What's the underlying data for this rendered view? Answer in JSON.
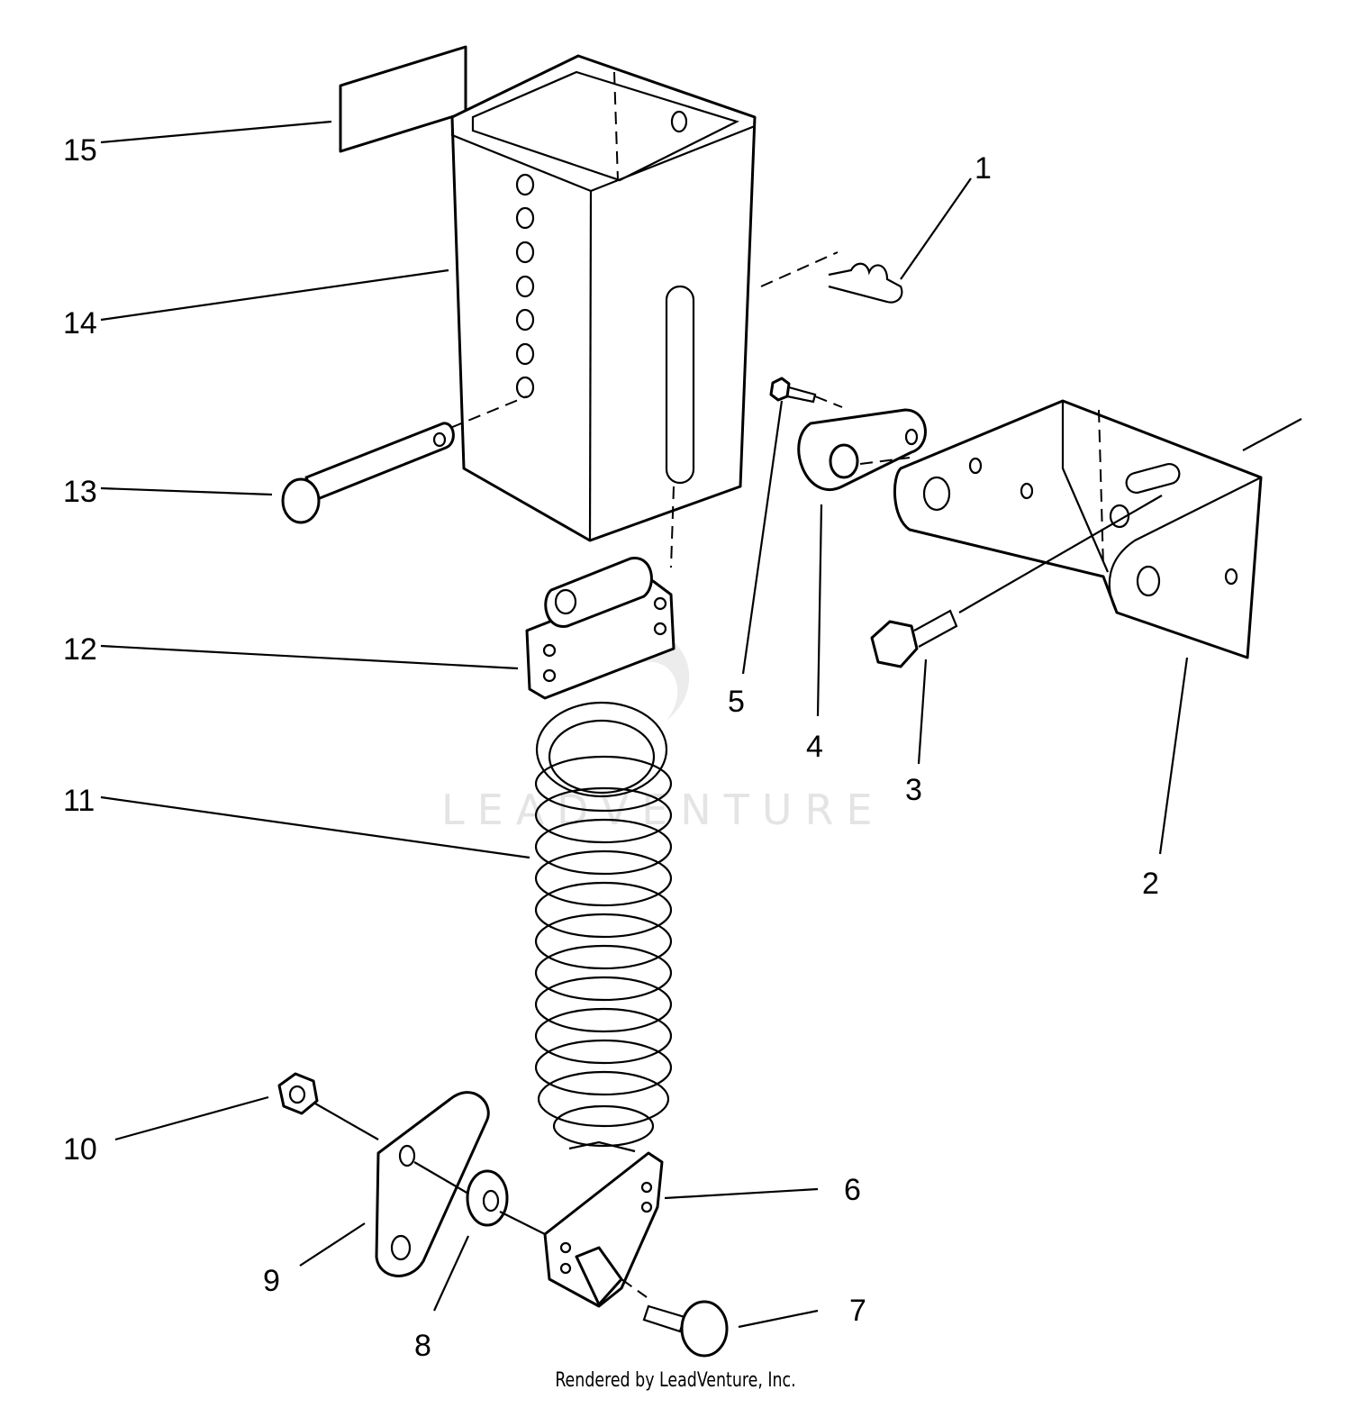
{
  "callouts": [
    {
      "id": "1",
      "text": "1"
    },
    {
      "id": "2",
      "text": "2"
    },
    {
      "id": "3",
      "text": "3"
    },
    {
      "id": "4",
      "text": "4"
    },
    {
      "id": "5",
      "text": "5"
    },
    {
      "id": "6",
      "text": "6"
    },
    {
      "id": "7",
      "text": "7"
    },
    {
      "id": "8",
      "text": "8"
    },
    {
      "id": "9",
      "text": "9"
    },
    {
      "id": "10",
      "text": "10"
    },
    {
      "id": "11",
      "text": "11"
    },
    {
      "id": "12",
      "text": "12"
    },
    {
      "id": "13",
      "text": "13"
    },
    {
      "id": "14",
      "text": "14"
    },
    {
      "id": "15",
      "text": "15"
    }
  ],
  "watermark": "LEADVENTURE",
  "footer": "Rendered by LeadVenture, Inc."
}
